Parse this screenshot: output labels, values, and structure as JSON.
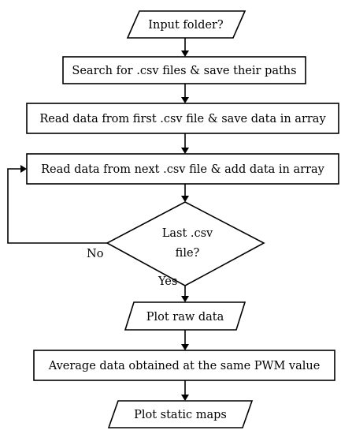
{
  "nodes": {
    "input_folder": "Input folder?",
    "search_csv": "Search for .csv files & save their paths",
    "read_first": "Read data from first .csv file & save data in array",
    "read_next": "Read data from next .csv file & add data in array",
    "last_csv_line1": "Last .csv",
    "last_csv_line2": "file?",
    "plot_raw": "Plot raw data",
    "average_data": "Average data obtained at the same PWM value",
    "plot_static": "Plot static maps"
  },
  "edges": {
    "no_label": "No",
    "yes_label": "Yes"
  }
}
